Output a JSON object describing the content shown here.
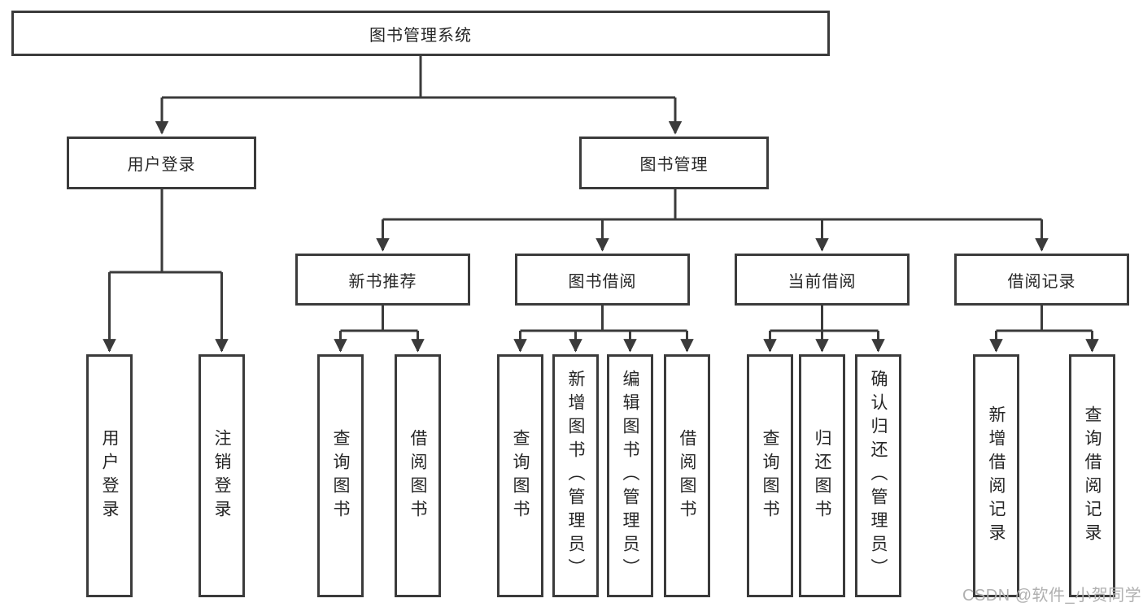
{
  "diagram": {
    "root": {
      "label": "图书管理系统"
    },
    "level2": [
      {
        "label": "用户登录",
        "children": [
          "用户登录",
          "注销登录"
        ]
      },
      {
        "label": "图书管理"
      }
    ],
    "level3": [
      {
        "label": "新书推荐",
        "children": [
          "查询图书",
          "借阅图书"
        ]
      },
      {
        "label": "图书借阅",
        "children": [
          "查询图书",
          "新增图书（管理员）",
          "编辑图书（管理员）",
          "借阅图书"
        ]
      },
      {
        "label": "当前借阅",
        "children": [
          "查询图书",
          "归还图书",
          "确认归还（管理员）"
        ]
      },
      {
        "label": "借阅记录",
        "children": [
          "新增借阅记录",
          "查询借阅记录"
        ]
      }
    ]
  },
  "watermark": "CSDN @软件_小贺同学",
  "colors": {
    "line": "#3b3b3b",
    "text": "#262626",
    "watermark": "#b0b0b0"
  }
}
